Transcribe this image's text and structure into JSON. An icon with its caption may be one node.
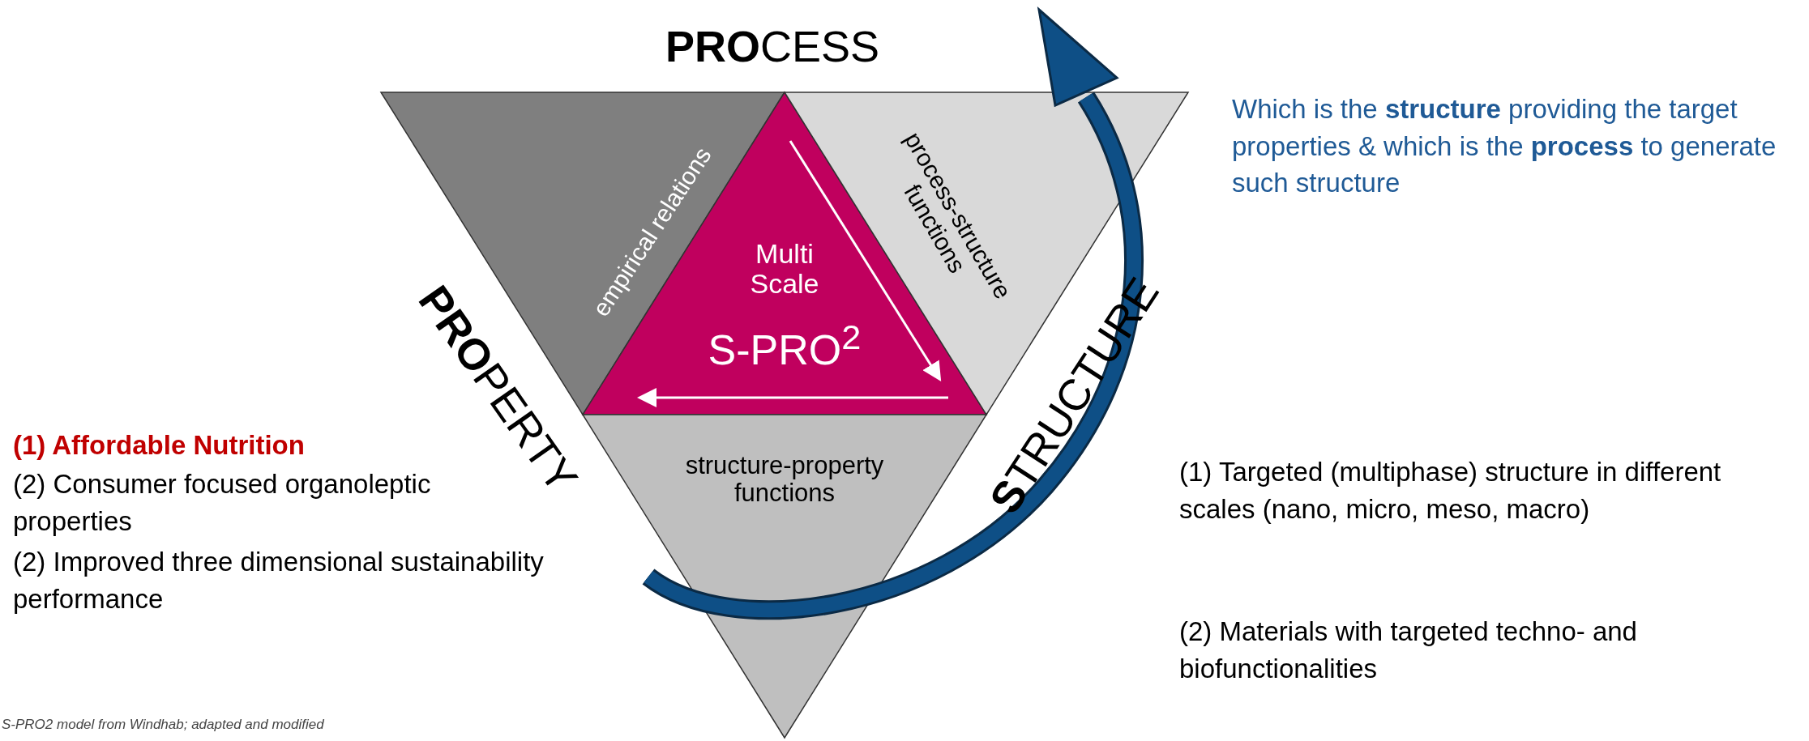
{
  "diagram": {
    "caption": "S-PRO2 model from Windhab; adapted and modified",
    "nodes": [
      {
        "text": [
          "empirical relations"
        ]
      },
      {
        "text": [
          "Multi Scale",
          "S-PRO$^{2}$"
        ]
      },
      {
        "text": [
          "process-structure functions"
        ]
      },
      {
        "text": [
          "structure-property functions"
        ]
      }
    ],
    "edges": [],
    "labels": [
      "**PRO**CESS",
      "Which is the **structure** providing the target properties & which is the **process** to generate such structure",
      "**PRO**PERTY",
      "**S**TRUCTURE",
      "(1) Affordable Nutrition",
      "(2) Consumer focused organoleptic properties",
      "(2) Improved three dimensional sustainability performance",
      "(1) Targeted (multiphase) structure in different scales (nano, micro, meso, macro)",
      "(2) Materials with targeted techno- and biofunctionalities"
    ]
  }
}
